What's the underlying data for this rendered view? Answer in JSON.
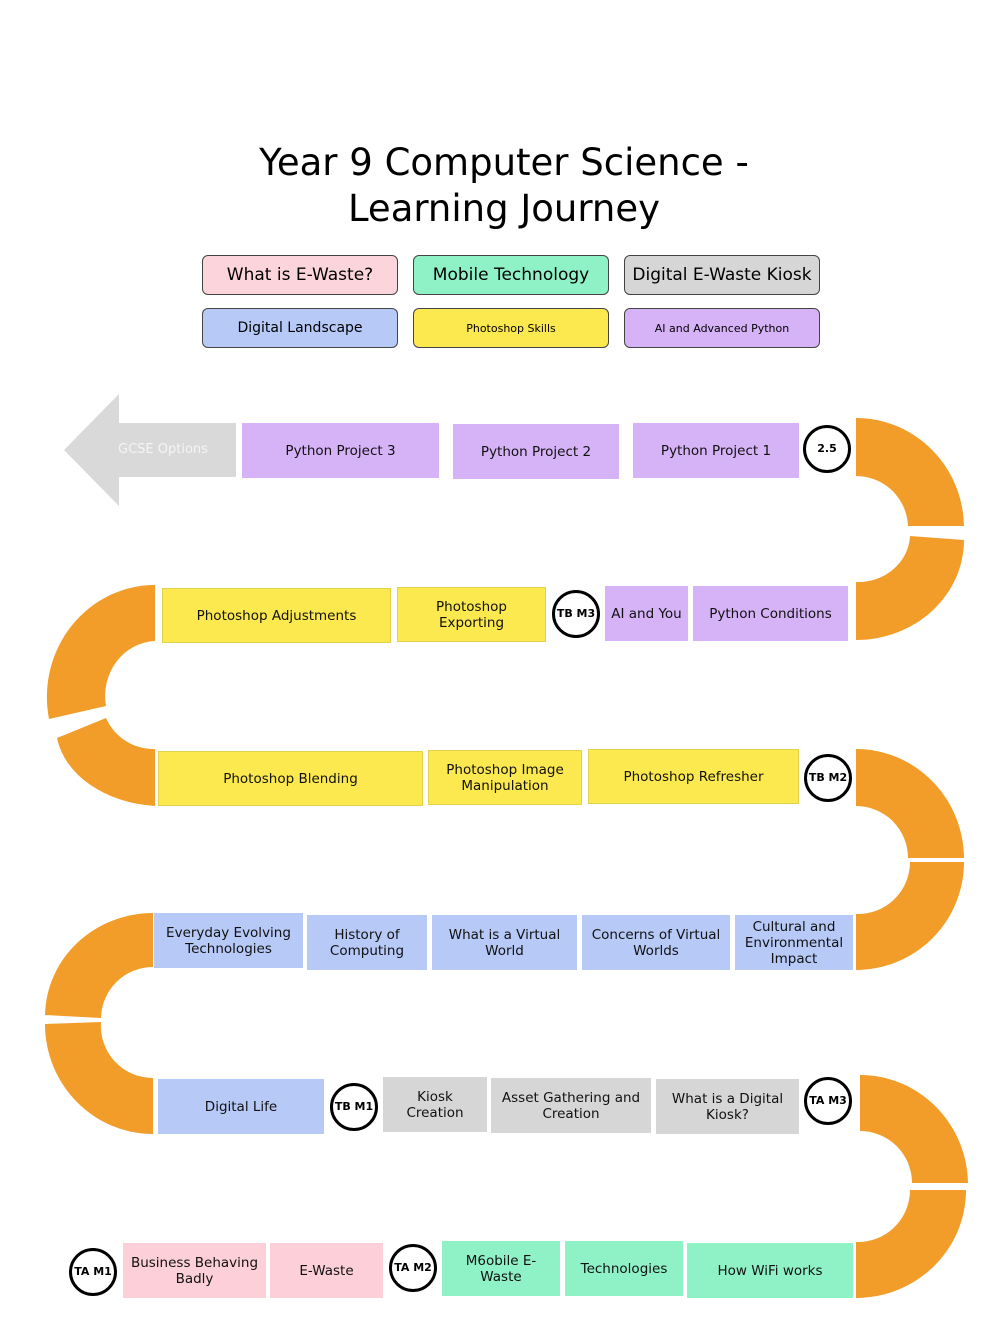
{
  "title": {
    "line1": "Year 9 Computer Science -",
    "line2": "Learning Journey"
  },
  "legend": [
    {
      "label": "What is E-Waste?",
      "color": "#fcd5dc"
    },
    {
      "label": "Mobile Technology",
      "color": "#8ff2c7"
    },
    {
      "label": "Digital E-Waste Kiosk",
      "color": "#d6d6d6"
    },
    {
      "label": "Digital Landscape",
      "color": "#b7c9f7"
    },
    {
      "label": "Photoshop Skills",
      "color": "#fce94f"
    },
    {
      "label": "AI and Advanced Python",
      "color": "#d6b3f7"
    }
  ],
  "arrow_label": "GCSE Options",
  "rows": {
    "row1": [
      "Python Project 3",
      "Python Project 2",
      "Python Project 1"
    ],
    "row2": [
      "Photoshop Adjustments",
      "Photoshop Exporting",
      "AI and You",
      "Python Conditions"
    ],
    "row3": [
      "Photoshop Blending",
      "Photoshop Image Manipulation",
      "Photoshop Refresher"
    ],
    "row4": [
      "Everyday Evolving Technologies",
      "History of Computing",
      "What is a Virtual World",
      "Concerns of Virtual Worlds",
      "Cultural and Environmental Impact"
    ],
    "row5": [
      "Digital Life",
      "Kiosk Creation",
      "Asset Gathering and Creation",
      "What is a Digital Kiosk?"
    ],
    "row6": [
      "Business Behaving Badly",
      "E-Waste",
      "M6obile E-Waste",
      "Technologies",
      "How WiFi works"
    ]
  },
  "badges": {
    "b1": "2.5",
    "b2": "TB M3",
    "b3": "TB M2",
    "b4": "TB M1",
    "b5": "TA M3",
    "b6": "TA M1",
    "b7": "TA M2"
  },
  "colors": {
    "track": "#f29d2a",
    "arrow": "#d9d9d9"
  }
}
